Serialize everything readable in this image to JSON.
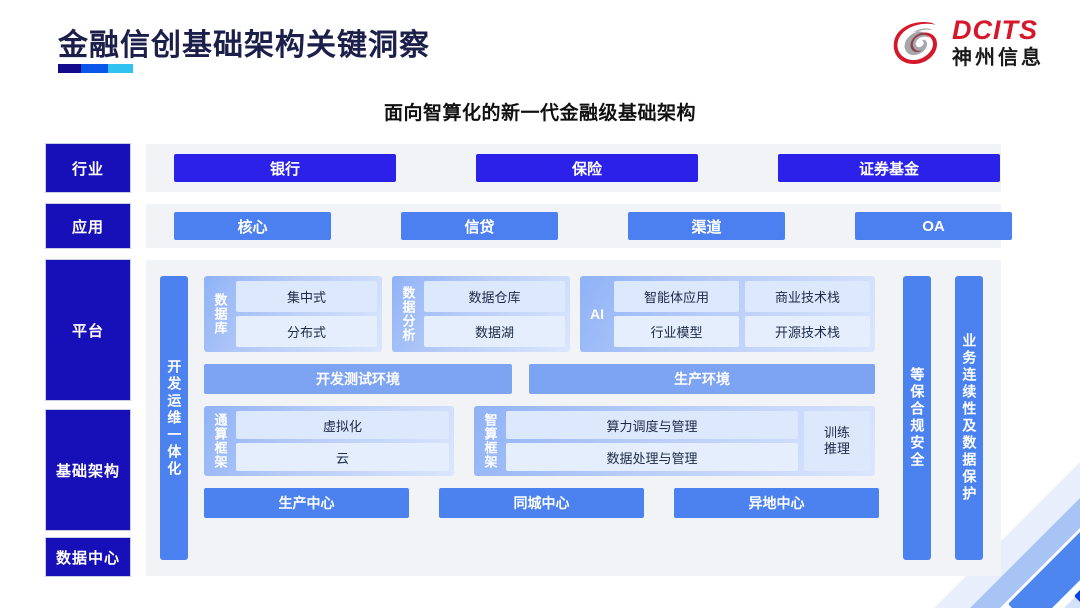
{
  "header": {
    "title": "金融信创基础架构关键洞察",
    "logo_en": "DCITS",
    "logo_cn": "神州信息",
    "logo_icon": "dcits-swoosh-logo"
  },
  "subtitle": "面向智算化的新一代金融级基础架构",
  "colors": {
    "title_navy": "#1c1f4a",
    "rail_blue": "#1710b8",
    "industry_blue": "#2b21e8",
    "app_blue": "#4c7fef",
    "strip_blue": "#4c82ef",
    "wide_bar_blue": "#7da4f2",
    "cell_blue": "#dce8fb",
    "panel_gray": "#f2f3f6",
    "logo_red": "#d6182b"
  },
  "rule_segments": [
    "#140a8e",
    "#0a56e8",
    "#2ec3f0"
  ],
  "layers": [
    {
      "key": "industry",
      "label": "行业"
    },
    {
      "key": "application",
      "label": "应用"
    },
    {
      "key": "platform",
      "label": "平台"
    },
    {
      "key": "infrastructure",
      "label": "基础架构"
    },
    {
      "key": "datacenter",
      "label": "数据中心"
    }
  ],
  "industry_items": [
    {
      "label": "银行"
    },
    {
      "label": "保险"
    },
    {
      "label": "证券基金"
    }
  ],
  "application_items": [
    {
      "label": "核心"
    },
    {
      "label": "信贷"
    },
    {
      "label": "渠道"
    },
    {
      "label": "OA"
    }
  ],
  "side_strips": {
    "left": "开发运维一体化",
    "right_inner": "等保合规安全",
    "right_outer": "业务连续性及数据保护"
  },
  "platform_groups": [
    {
      "label": "数据库",
      "rows": [
        [
          "集中式"
        ],
        [
          "分布式"
        ]
      ]
    },
    {
      "label": "数据分析",
      "rows": [
        [
          "数据仓库"
        ],
        [
          "数据湖"
        ]
      ]
    },
    {
      "label": "AI",
      "rows": [
        [
          "智能体应用",
          "商业技术栈"
        ],
        [
          "行业模型",
          "开源技术栈"
        ]
      ]
    }
  ],
  "environment_bars": [
    {
      "label": "开发测试环境"
    },
    {
      "label": "生产环境"
    }
  ],
  "compute_groups": [
    {
      "label": "通算框架",
      "rows": [
        [
          "虚拟化"
        ],
        [
          "云"
        ]
      ],
      "side": null
    },
    {
      "label": "智算框架",
      "rows": [
        [
          "算力调度与管理"
        ],
        [
          "数据处理与管理"
        ]
      ],
      "side": "训练\n推理"
    }
  ],
  "datacenter_items": [
    {
      "label": "生产中心"
    },
    {
      "label": "同城中心"
    },
    {
      "label": "异地中心"
    }
  ]
}
